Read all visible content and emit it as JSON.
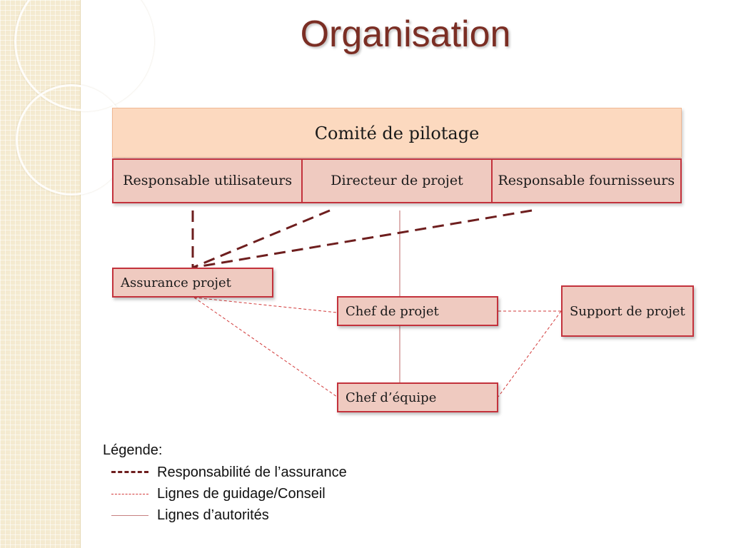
{
  "title": "Organisation",
  "committee": {
    "label": "Comité de pilotage"
  },
  "members": [
    {
      "label": "Responsable utilisateurs"
    },
    {
      "label": "Directeur de projet"
    },
    {
      "label": "Responsable fournisseurs"
    }
  ],
  "nodes": {
    "assurance": "Assurance projet",
    "chef_projet": "Chef de projet",
    "support": "Support de projet",
    "chef_equipe": "Chef d’équipe"
  },
  "legend": {
    "title": "Légende:",
    "items": [
      {
        "style": "dashed",
        "label": "Responsabilité de l’assurance"
      },
      {
        "style": "dotted",
        "label": "Lignes de guidage/Conseil"
      },
      {
        "style": "solid",
        "label": "Lignes d’autorités"
      }
    ]
  },
  "colors": {
    "title": "#7b2e24",
    "committee_fill": "#fcd9bf",
    "box_fill": "#efcac0",
    "box_border": "#c3323c",
    "assurance_line": "#6e1e1e",
    "guidance_line": "#d23a3a",
    "authority_line": "#c78080"
  }
}
